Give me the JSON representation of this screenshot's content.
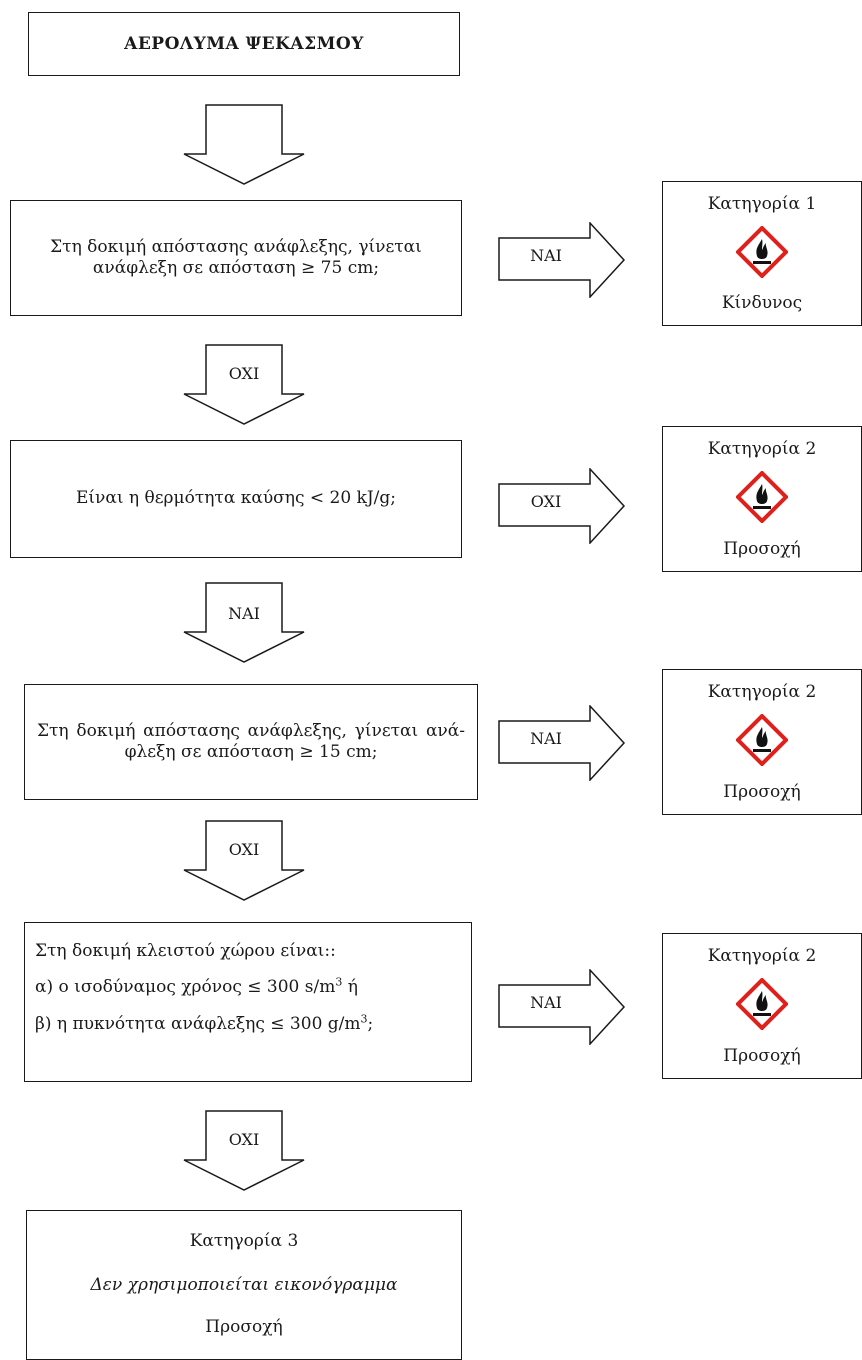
{
  "title": "ΑΕΡΟΛΥΜΑ ΨΕΚΑΣΜΟΥ",
  "questions": {
    "q1": "Στη δοκιμή απόστασης ανάφλεξης, γίνεται ανάφλεξη σε απόσταση ≥ 75 cm;",
    "q2": "Είναι η θερμότητα καύσης < 20 kJ/g;",
    "q3": "Στη δοκιμή απόστασης ανάφλεξης, γίνεται ανά-φλεξη σε απόσταση ≥ 15 cm;",
    "q4": {
      "intro": "Στη δοκιμή κλειστού χώρου είναι::",
      "a_pre": "α) ο ισοδύναμος χρόνος ≤ 300 s/m",
      "a_sup": "3",
      "a_post": " ή",
      "b_pre": "β) η πυκνότητα ανάφλεξης ≤ 300 g/m",
      "b_sup": "3",
      "b_post": ";"
    }
  },
  "arrows": {
    "right1": "NAI",
    "right2": "OXI",
    "right3": "NAI",
    "right4": "NAI",
    "down1": "OXI",
    "down2": "NAI",
    "down3": "OXI",
    "down4": "OXI"
  },
  "results": {
    "r1": {
      "category": "Κατηγορία 1",
      "signal": "Κίνδυνος",
      "icon": "flame-pictogram-icon"
    },
    "r2": {
      "category": "Κατηγορία 2",
      "signal": "Προσοχή",
      "icon": "flame-pictogram-icon"
    },
    "r3": {
      "category": "Κατηγορία 2",
      "signal": "Προσοχή",
      "icon": "flame-pictogram-icon"
    },
    "r4": {
      "category": "Κατηγορία 2",
      "signal": "Προσοχή",
      "icon": "flame-pictogram-icon"
    }
  },
  "final": {
    "category": "Κατηγορία 3",
    "note": "Δεν χρησιμοποιείται εικονόγραμμα",
    "signal": "Προσοχή"
  },
  "colors": {
    "pictogram_border": "#e0201b",
    "line": "#1a1a1a"
  }
}
